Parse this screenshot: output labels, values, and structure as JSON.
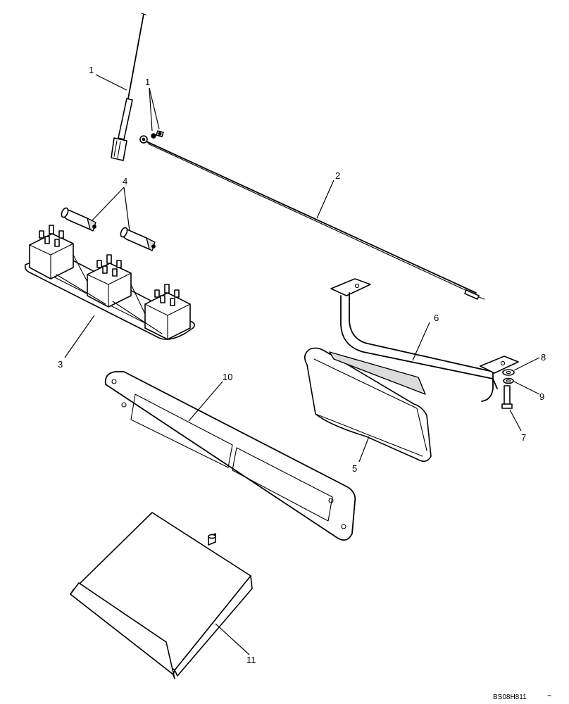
{
  "callouts": {
    "c1a": "1",
    "c1b": "1",
    "c2": "2",
    "c3": "3",
    "c4": "4",
    "c5": "5",
    "c6": "6",
    "c7": "7",
    "c8": "8",
    "c9": "9",
    "c10": "10",
    "c11": "11"
  },
  "drawing_code": "BS08H811",
  "colors": {
    "line": "#000000",
    "background": "#ffffff",
    "shade": "#dcdcdc"
  }
}
